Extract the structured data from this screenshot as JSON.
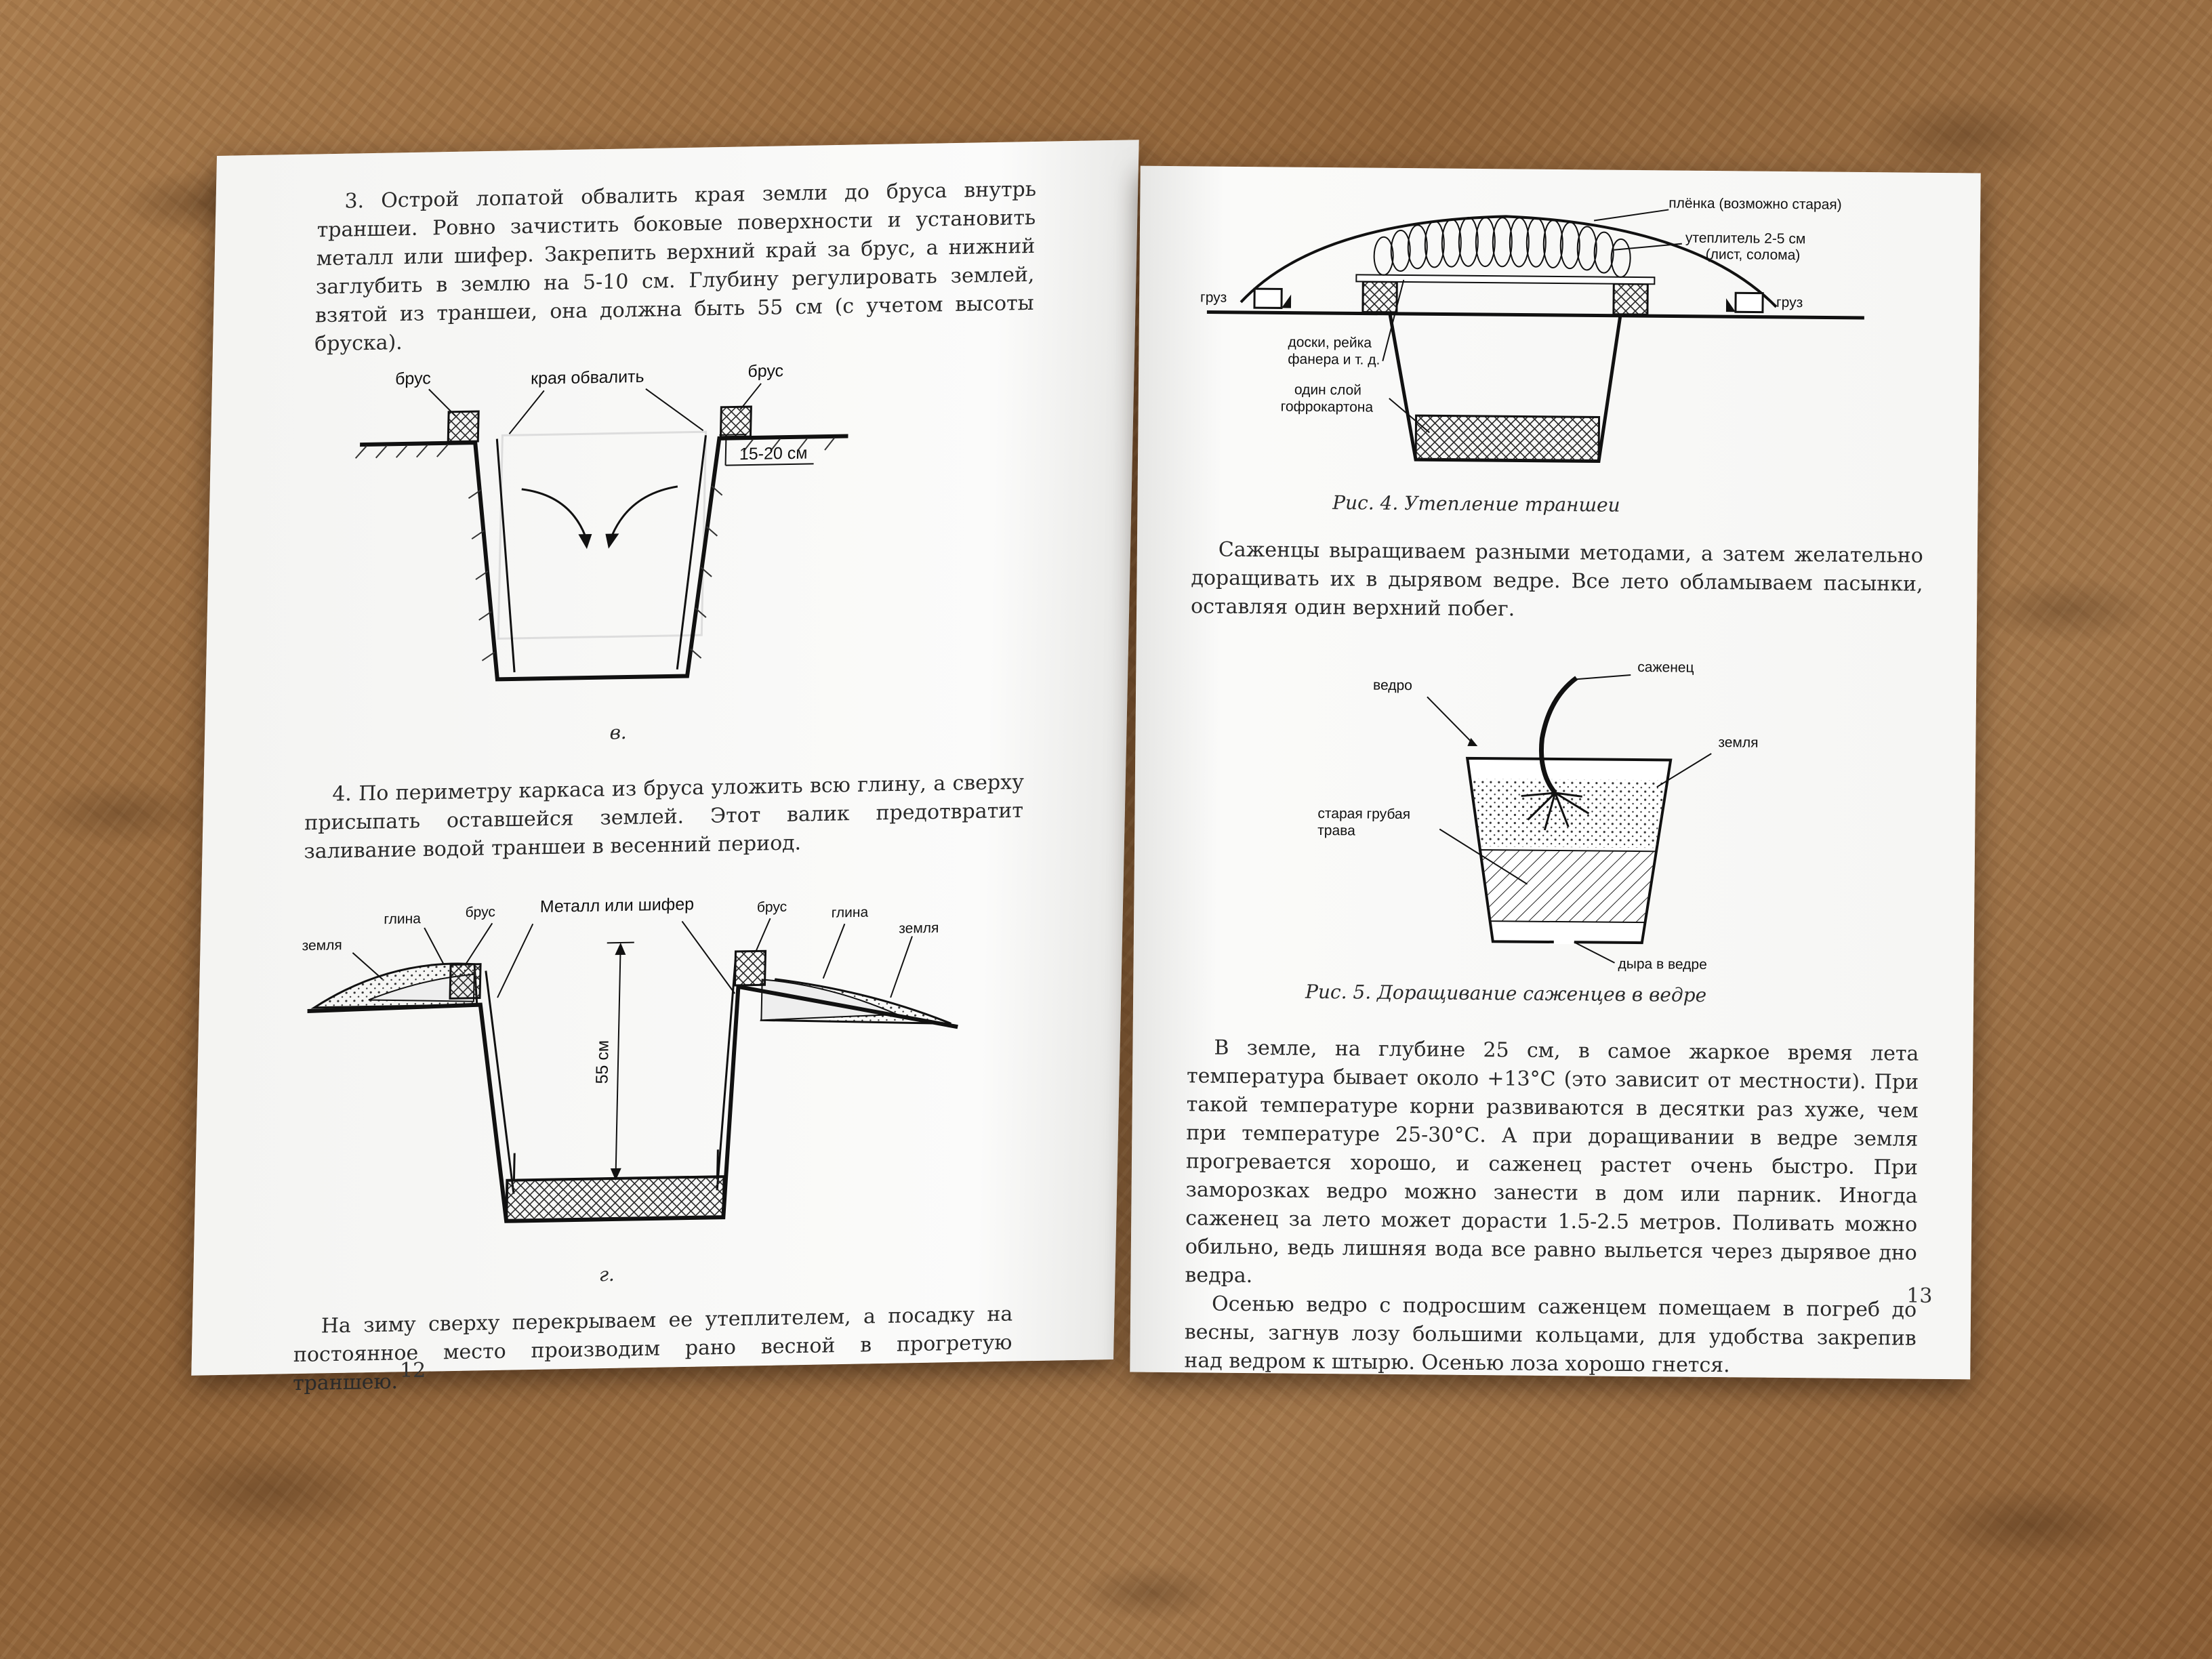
{
  "left_page": {
    "paragraph_3": "3. Острой лопатой обвалить края земли до бруса внутрь траншеи. Ровно зачистить боковые поверхности и установить металл или шифер. Закрепить верхний край за брус, а нижний заглубить в землю на 5-10 см. Глубину регулировать землей, взятой из траншеи, она должна быть 55 см (с учетом высоты бруска).",
    "fig_v": {
      "label_brus_left": "брус",
      "label_edges": "края обвалить",
      "label_brus_right": "брус",
      "label_depth": "15-20 см",
      "caption": "в."
    },
    "paragraph_4": "4. По периметру каркаса из бруса уложить всю глину, а сверху присыпать оставшейся землей. Этот валик предотвратит заливание водой траншеи в весенний период.",
    "fig_g": {
      "label_glina_left": "глина",
      "label_brus_left": "брус",
      "label_metal": "Металл или шифер",
      "label_brus_right": "брус",
      "label_glina_right": "глина",
      "label_zemlya_left": "земля",
      "label_zemlya_right": "земля",
      "label_depth": "55 см",
      "caption": "г."
    },
    "paragraph_5": "На зиму сверху перекрываем ее утеплителем, а посадку на постоянное место производим рано весной в прогретую траншею.",
    "page_number": "12"
  },
  "right_page": {
    "fig4": {
      "label_film": "плёнка (возможно старая)",
      "label_insulation_1": "утеплитель 2-5 см",
      "label_insulation_2": "(лист, солома)",
      "label_load_left": "груз",
      "label_load_right": "груз",
      "label_boards_1": "доски, рейка",
      "label_boards_2": "фанера и т. д.",
      "label_cardboard_1": "один слой",
      "label_cardboard_2": "гофрокартона",
      "caption": "Рис. 4. Утепление траншеи"
    },
    "paragraph_1": "Саженцы выращиваем разными методами, а затем желательно доращивать их в дырявом ведре. Все лето обламываем пасынки, оставляя один верхний побег.",
    "fig5": {
      "label_seedling": "саженец",
      "label_bucket": "ведро",
      "label_soil": "земля",
      "label_grass_1": "старая грубая",
      "label_grass_2": "трава",
      "label_hole": "дыра в ведре",
      "caption": "Рис. 5. Доращивание саженцев в ведре"
    },
    "paragraph_2": "В земле, на глубине 25 см, в самое жаркое время лета температура бывает около +13°С (это зависит от местности). При такой температуре корни развиваются в десятки раз хуже, чем при температуре 25-30°С. А при доращивании в ведре земля прогревается хорошо, и саженец растет очень быстро. При заморозках ведро можно занести в дом или парник. Иногда саженец за лето может дорасти 1.5-2.5 метров. Поливать можно обильно, ведь лишняя вода все равно выльется через дырявое дно ведра.",
    "paragraph_3": "Осенью ведро с подросшим саженцем помещаем в погреб до весны, загнув лозу большими кольцами, для удобства закрепив над ведром к штырю. Осенью лоза хорошо гнется.",
    "page_number": "13"
  }
}
